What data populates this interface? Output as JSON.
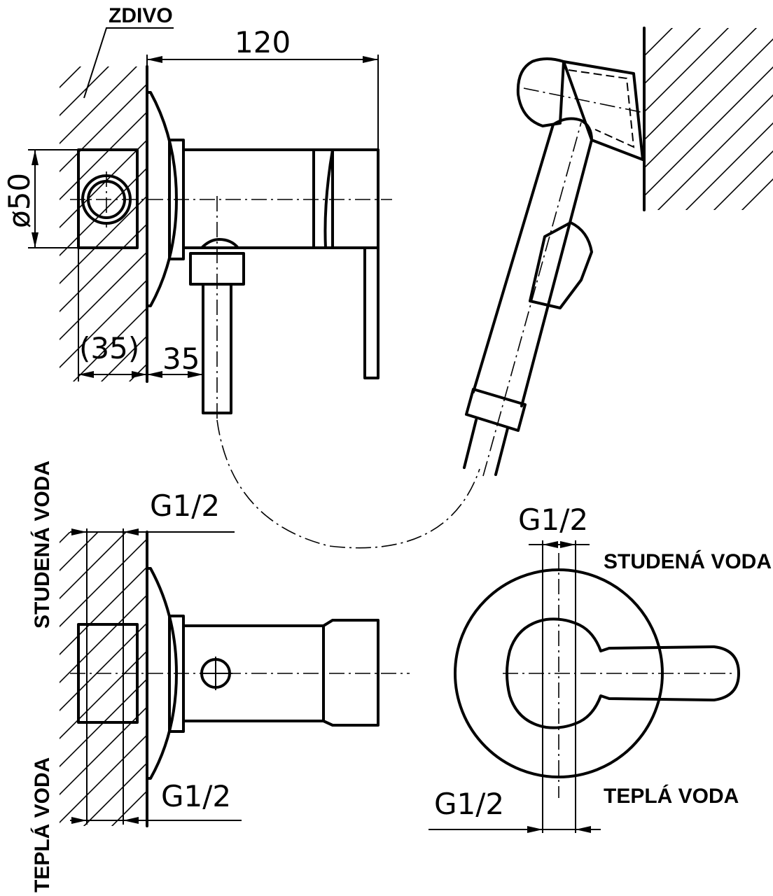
{
  "labels": {
    "wall": "ZDIVO",
    "cold_water": "STUDENÁ VODA",
    "hot_water": "TEPLÁ VODA"
  },
  "dimensions": {
    "width_total": "120",
    "diameter": "ø50",
    "wall_depth": "(35)",
    "outlet_offset": "35",
    "thread_top_side": "G1/2",
    "thread_bottom_side": "G1/2",
    "thread_top_front": "G1/2",
    "thread_bottom_front": "G1/2"
  }
}
